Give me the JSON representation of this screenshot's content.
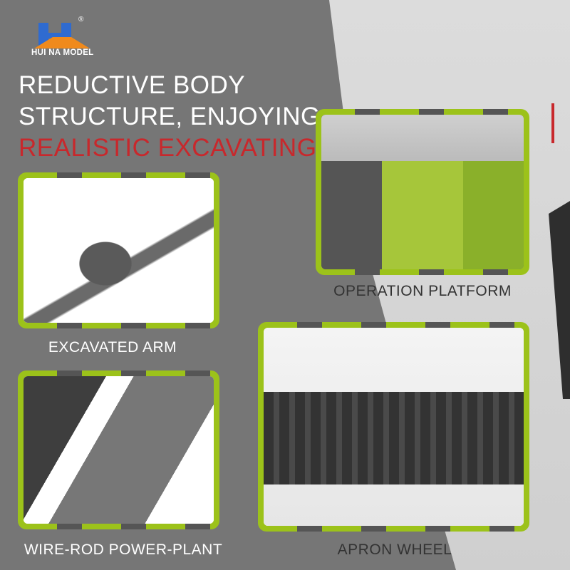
{
  "brand": {
    "name": "HUI NA MODEL",
    "registered": "®"
  },
  "headline": [
    "REDUCTIVE BODY",
    "STRUCTURE, ENJOYING",
    "REALISTIC EXCAVATING"
  ],
  "panels": [
    {
      "caption": "EXCAVATED ARM"
    },
    {
      "caption": "OPERATION PLATFORM"
    },
    {
      "caption": "WIRE-ROD POWER-PLANT"
    },
    {
      "caption": "APRON WHEEL"
    }
  ],
  "colors": {
    "accent_green": "#9cc21a",
    "accent_red": "#c8282c",
    "logo_blue": "#2f6bd0",
    "logo_orange": "#f08a1c"
  }
}
